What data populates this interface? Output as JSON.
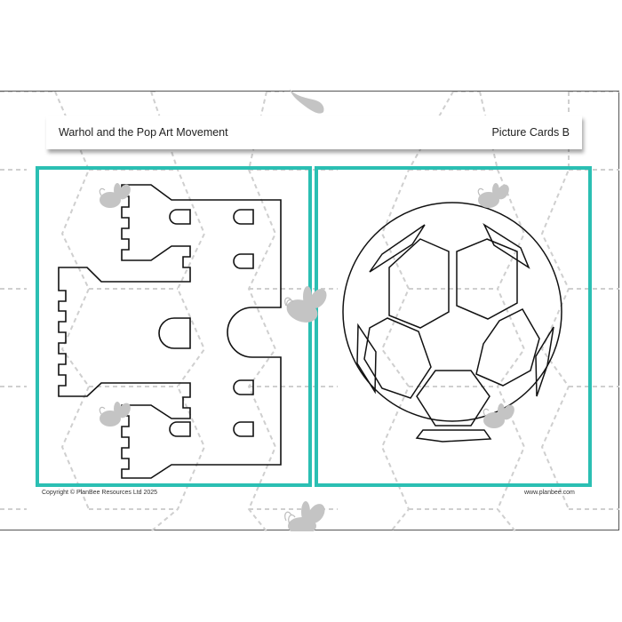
{
  "header": {
    "title": "Warhol and the Pop Art Movement",
    "section": "Picture Cards B"
  },
  "cards": [
    {
      "id": "card-1",
      "subject": "castle-outline",
      "border_color": "#2bbfb3"
    },
    {
      "id": "card-2",
      "subject": "football-outline",
      "border_color": "#2bbfb3"
    }
  ],
  "footer": {
    "copyright": "Copyright © PlanBee Resources Ltd 2025",
    "website": "www.planbee.com"
  },
  "colors": {
    "accent": "#2bbfb3",
    "watermark": "#c4c4c4",
    "line": "#111111"
  },
  "icons": [
    "bee-watermark-icon",
    "castle-icon",
    "football-icon"
  ]
}
